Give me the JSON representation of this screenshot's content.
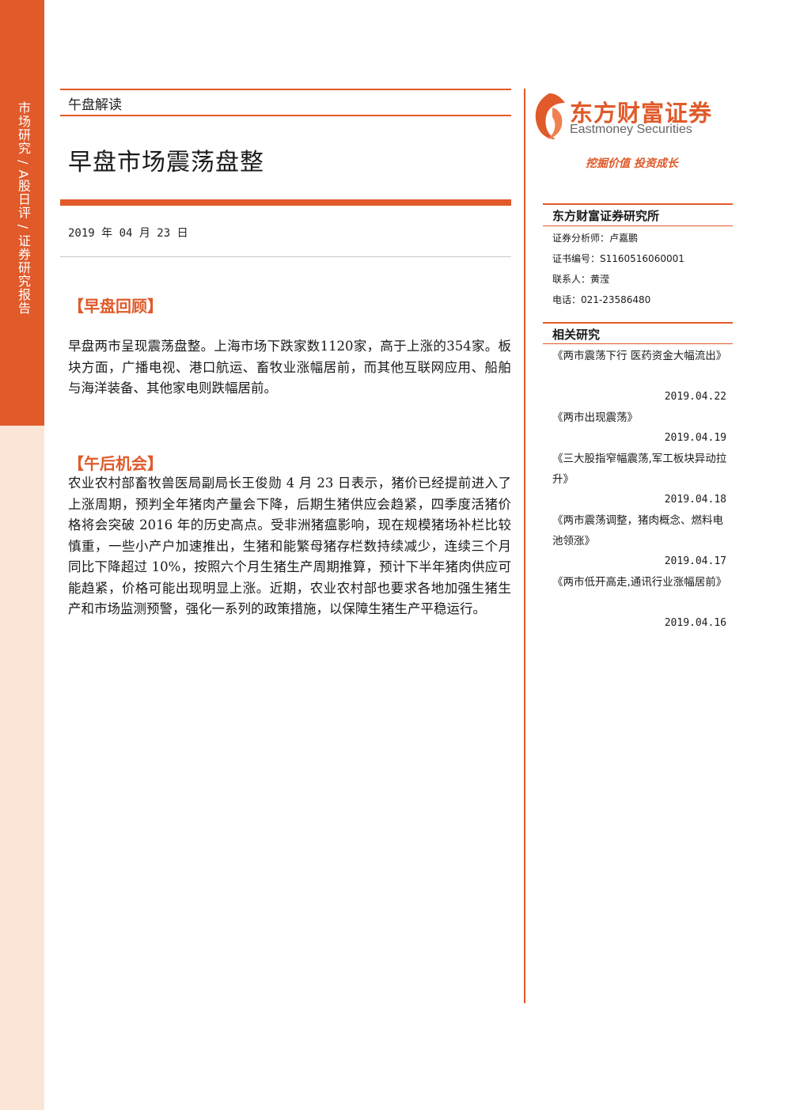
{
  "sidebar": {
    "vertical_text": "市场研究 / A股日评 / 证券研究报告"
  },
  "header": {
    "category": "午盘解读",
    "title": "早盘市场震荡盘整",
    "date": "2019 年 04 月 23 日"
  },
  "sections": [
    {
      "heading": "【早盘回顾】",
      "body": "早盘两市呈现震荡盘整。上海市场下跌家数1120家，高于上涨的354家。板块方面，广播电视、港口航运、畜牧业涨幅居前，而其他互联网应用、船舶与海洋装备、其他家电则跌幅居前。"
    },
    {
      "heading": "【午后机会】",
      "body": "农业农村部畜牧兽医局副局长王俊勋 4 月 23 日表示，猪价已经提前进入了上涨周期，预判全年猪肉产量会下降，后期生猪供应会趋紧，四季度活猪价格将会突破 2016 年的历史高点。受非洲猪瘟影响，现在规模猪场补栏比较慎重，一些小产户加速推出，生猪和能繁母猪存栏数持续减少，连续三个月同比下降超过 10%，按照六个月生猪生产周期推算，预计下半年猪肉供应可能趋紧，价格可能出现明显上涨。近期，农业农村部也要求各地加强生猪生产和市场监测预警，强化一系列的政策措施，以保障生猪生产平稳运行。"
    }
  ],
  "brand": {
    "name_cn": "东方财富证券",
    "name_en": "Eastmoney Securities",
    "slogan": "挖掘价值 投资成长",
    "accent_color": "#e05a2a"
  },
  "institute": {
    "name": "东方财富证券研究所",
    "analyst": "证券分析师：卢嘉鹏",
    "cert": "证书编号：S1160516060001",
    "contact": "联系人：黄滢",
    "phone": "电话：021-23586480"
  },
  "related": {
    "heading": "相关研究",
    "items": [
      {
        "title": "《两市震荡下行 医药资金大幅流出》",
        "date": "2019.04.22"
      },
      {
        "title": "《两市出现震荡》",
        "date": "2019.04.19"
      },
      {
        "title": "《三大股指窄幅震荡,军工板块异动拉升》",
        "date": "2019.04.18"
      },
      {
        "title": "《两市震荡调整，猪肉概念、燃料电池领涨》",
        "date": "2019.04.17"
      },
      {
        "title": "《两市低开高走,通讯行业涨幅居前》",
        "date": "2019.04.16"
      }
    ]
  }
}
